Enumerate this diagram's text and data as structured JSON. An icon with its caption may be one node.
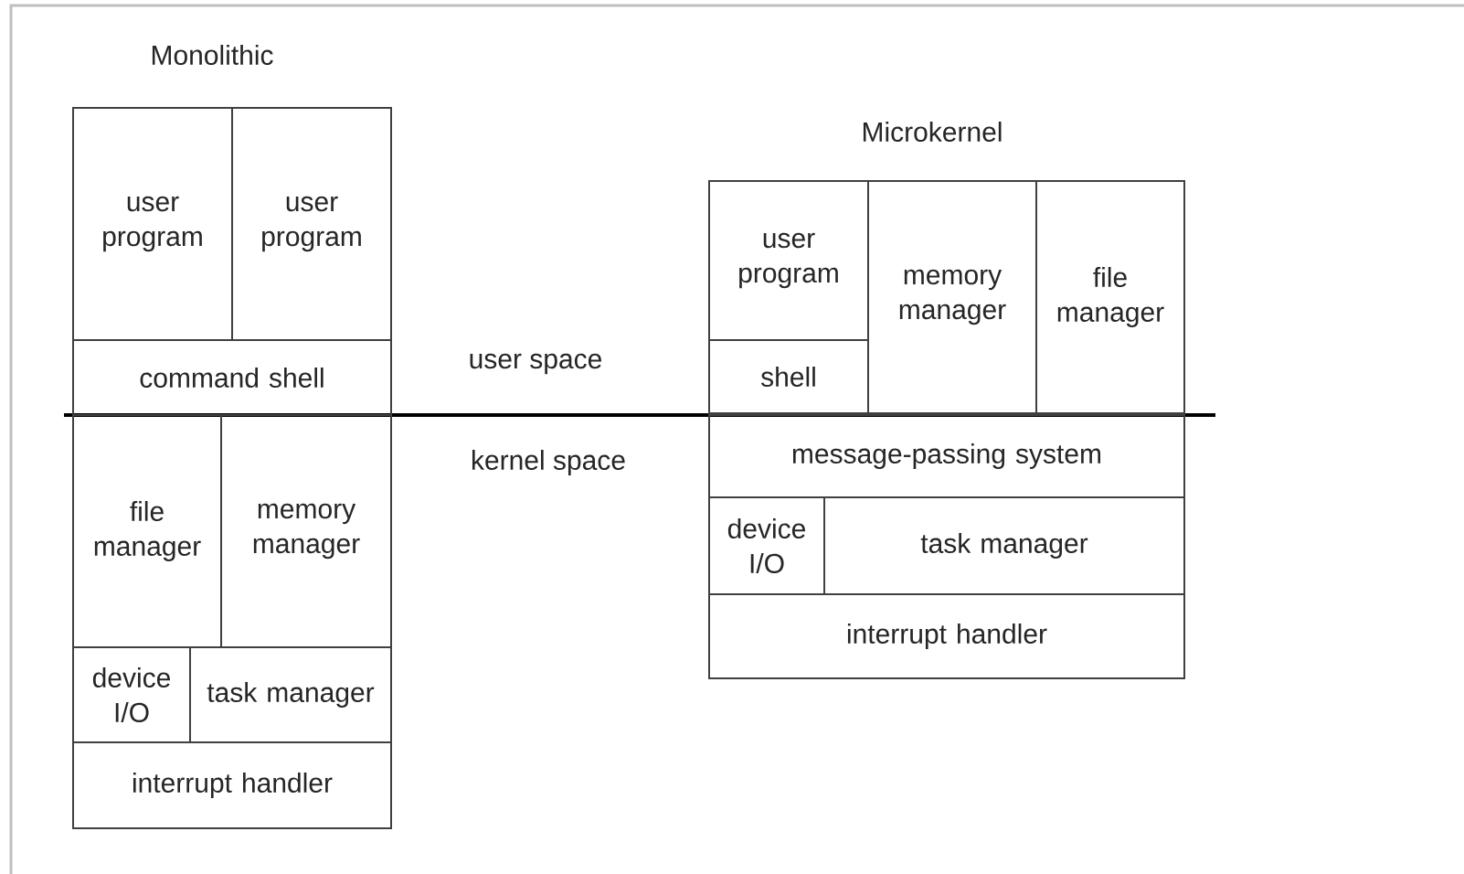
{
  "diagram": {
    "nodes": [
      {
        "text": [
          "user program"
        ]
      },
      {
        "text": [
          "user program"
        ]
      },
      {
        "text": [
          "command shell"
        ]
      },
      {
        "text": [
          "file manager"
        ]
      },
      {
        "text": [
          "memory manager"
        ]
      },
      {
        "text": [
          "device I/O"
        ]
      },
      {
        "text": [
          "task manager"
        ]
      },
      {
        "text": [
          "interrupt handler"
        ]
      },
      {
        "text": [
          "user program"
        ]
      },
      {
        "text": [
          "shell"
        ]
      },
      {
        "text": [
          "memory manager"
        ]
      },
      {
        "text": [
          "file manager"
        ]
      },
      {
        "text": [
          "message-passing system"
        ]
      },
      {
        "text": [
          "device I/O"
        ]
      },
      {
        "text": [
          "task manager"
        ]
      },
      {
        "text": [
          "interrupt handler"
        ]
      }
    ],
    "edges": [],
    "labels": [
      "Monolithic",
      "Microkernel",
      "user space",
      "kernel space"
    ]
  }
}
